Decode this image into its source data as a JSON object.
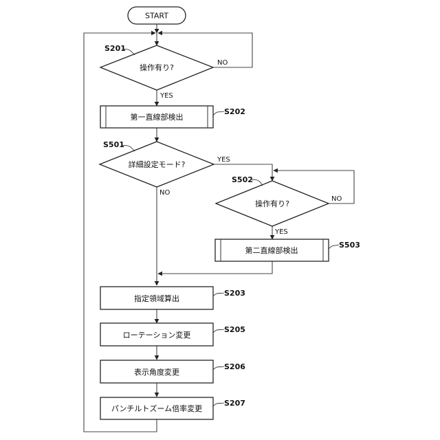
{
  "flowchart": {
    "start": "START",
    "nodes": {
      "s201": {
        "step": "S201",
        "text": "操作有り?"
      },
      "s202": {
        "step": "S202",
        "text": "第一直線部検出"
      },
      "s501": {
        "step": "S501",
        "text": "詳細設定モード?"
      },
      "s502": {
        "step": "S502",
        "text": "操作有り?"
      },
      "s503": {
        "step": "S503",
        "text": "第二直線部検出"
      },
      "s203": {
        "step": "S203",
        "text": "指定領域算出"
      },
      "s205": {
        "step": "S205",
        "text": "ローテーション変更"
      },
      "s206": {
        "step": "S206",
        "text": "表示角度変更"
      },
      "s207": {
        "step": "S207",
        "text": "パンチルトズーム倍率変更"
      }
    },
    "branches": {
      "s201_yes": "YES",
      "s201_no": "NO",
      "s501_yes": "YES",
      "s501_no": "NO",
      "s502_yes": "YES",
      "s502_no": "NO"
    }
  }
}
